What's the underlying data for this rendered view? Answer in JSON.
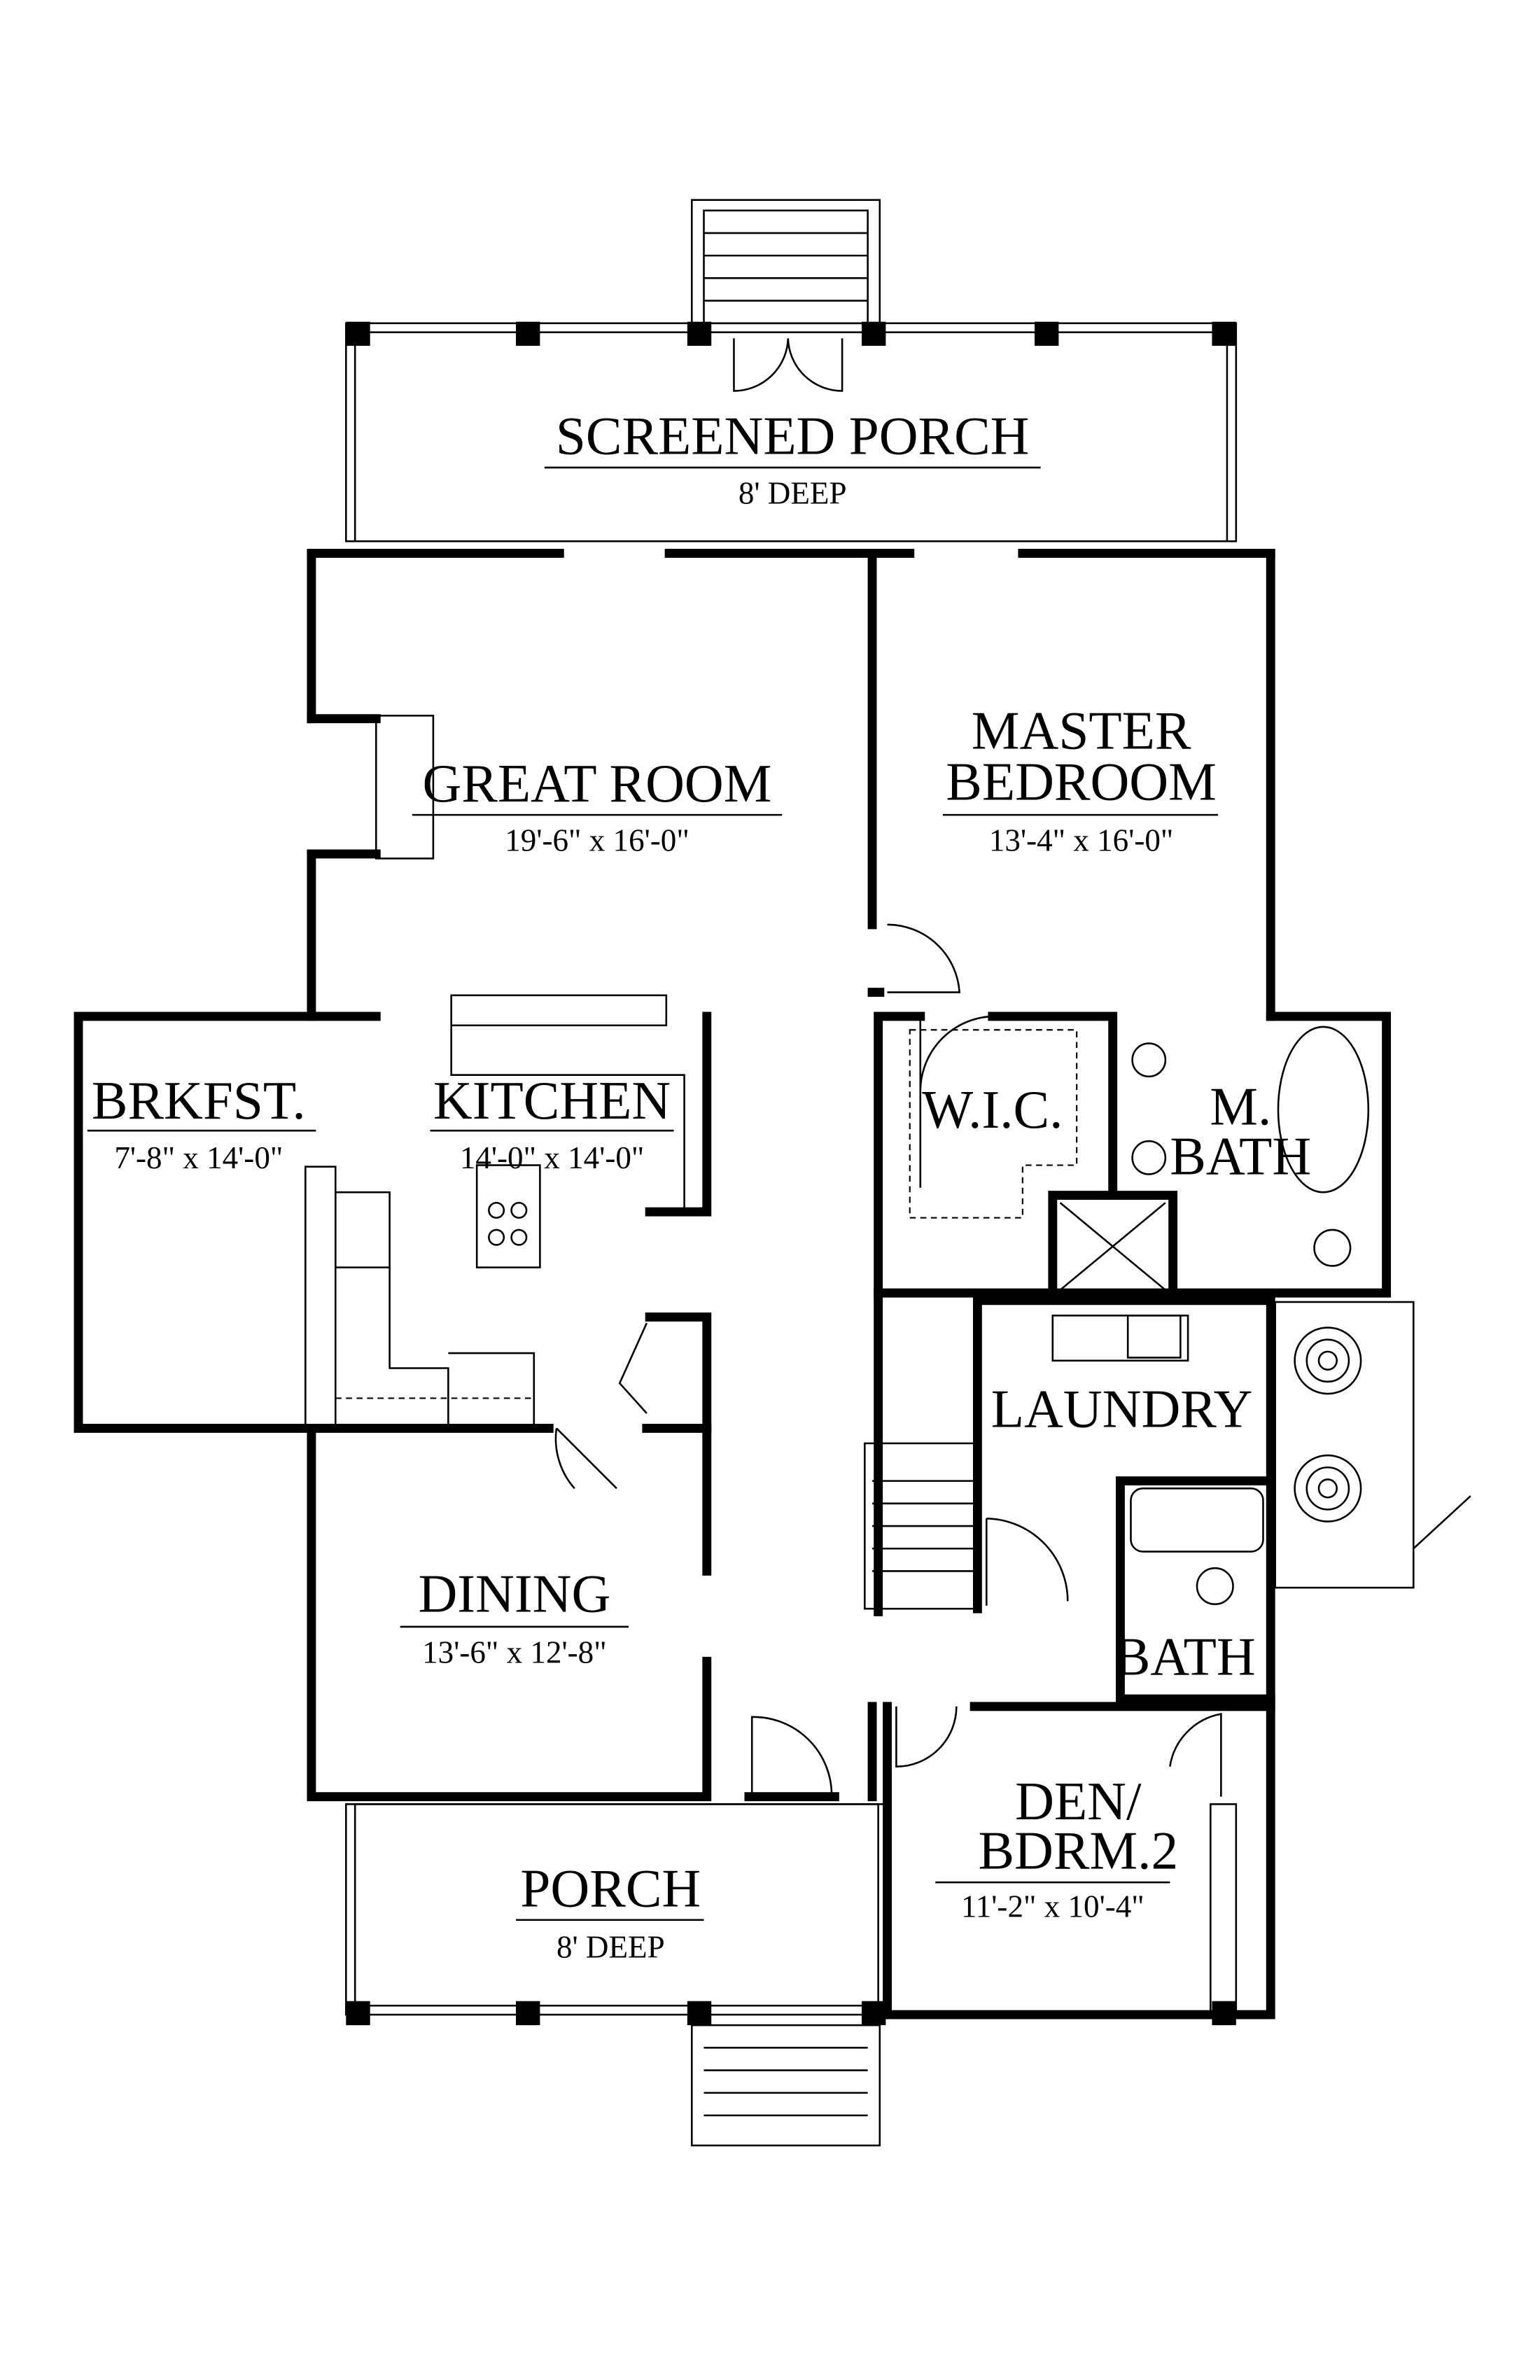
{
  "rooms": {
    "screened_porch": {
      "name": "SCREENED PORCH",
      "size": "8' DEEP"
    },
    "great_room": {
      "name": "GREAT ROOM",
      "size": "19'-6\" x 16'-0\""
    },
    "master_bedroom": {
      "name_line1": "MASTER",
      "name_line2": "BEDROOM",
      "size": "13'-4\" x 16'-0\""
    },
    "brkfst": {
      "name": "BRKFST.",
      "size": "7'-8\" x 14'-0\""
    },
    "kitchen": {
      "name": "KITCHEN",
      "size": "14'-0\" x 14'-0\""
    },
    "wic": {
      "name": "W.I.C."
    },
    "m_bath": {
      "name_line1": "M.",
      "name_line2": "BATH"
    },
    "laundry": {
      "name": "LAUNDRY"
    },
    "dining": {
      "name": "DINING",
      "size": "13'-6\" x 12'-8\""
    },
    "bath": {
      "name": "BATH"
    },
    "den": {
      "name_line1": "DEN/",
      "name_line2": "BDRM.2",
      "size": "11'-2\" x 10'-4\""
    },
    "porch": {
      "name": "PORCH",
      "size": "8' DEEP"
    }
  }
}
